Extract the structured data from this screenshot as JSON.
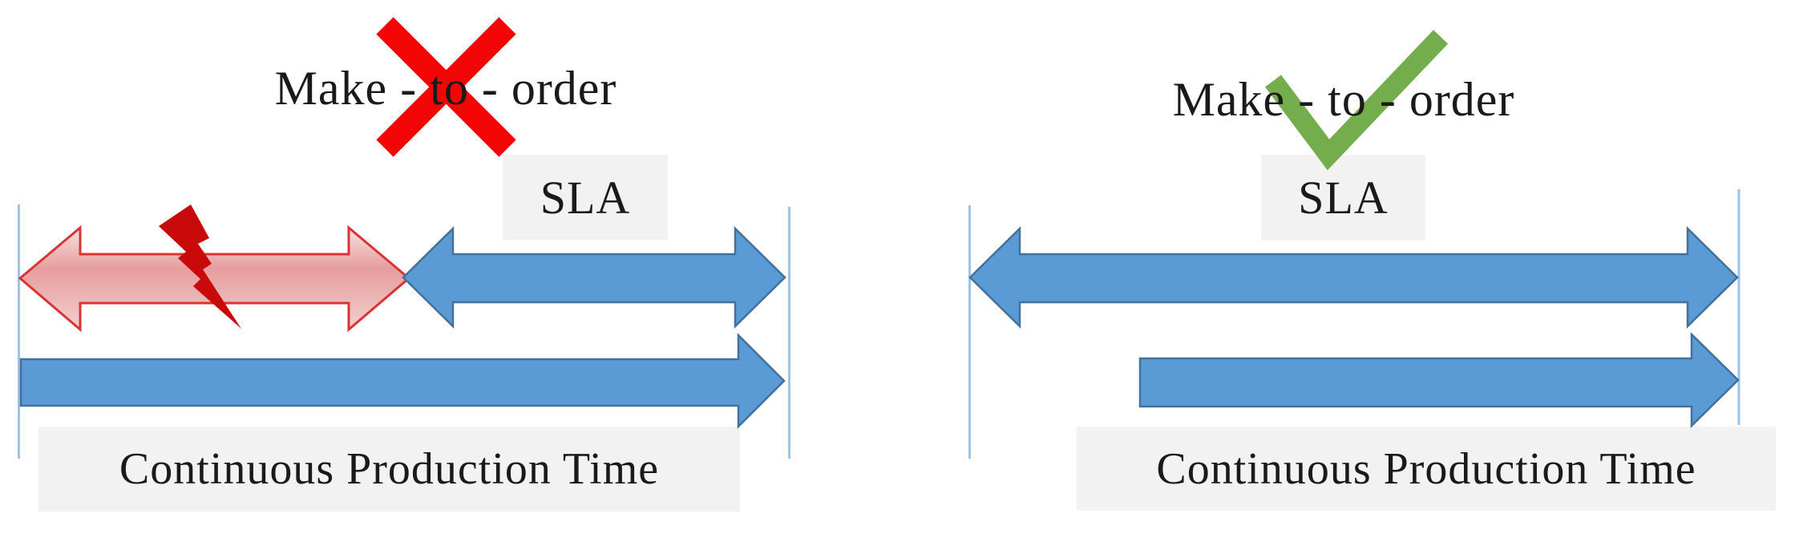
{
  "figure": {
    "left_panel": {
      "title": "Make - to - order",
      "status_icon": "red-cross",
      "sla_label": "SLA",
      "production_label": "Continuous Production Time",
      "disruption_icon": "lightning-bolt"
    },
    "right_panel": {
      "title": "Make - to - order",
      "status_icon": "green-check",
      "sla_label": "SLA",
      "production_label": "Continuous Production Time"
    }
  },
  "colors": {
    "arrow_blue": "#5B9BD5",
    "arrow_blue_border": "#41719C",
    "red_arrow_outline": "#D93434",
    "red_arrow_fill_light": "#F7E2E2",
    "red_arrow_fill_mid": "#E79D9D",
    "red_arrow_fill_soft": "#F2CFCF",
    "lightning_red": "#C80A0A",
    "cross_red": "#F40505",
    "check_green": "#74AD4C",
    "label_box_gray": "#F2F2F2",
    "guide_line_blue": "#9DC3E6",
    "text": "#1A1A1A"
  }
}
